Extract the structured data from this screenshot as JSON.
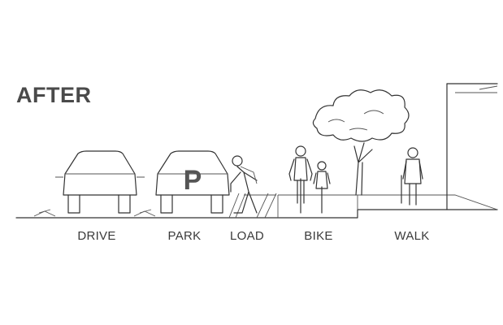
{
  "heading": "AFTER",
  "car_sign": "P",
  "zones": [
    {
      "id": "drive",
      "label": "DRIVE"
    },
    {
      "id": "park",
      "label": "PARK"
    },
    {
      "id": "load",
      "label": "LOAD"
    },
    {
      "id": "bike",
      "label": "BIKE"
    },
    {
      "id": "walk",
      "label": "WALK"
    }
  ],
  "colors": {
    "line": "#333333",
    "text": "#3a3a3a",
    "heading": "#4a4a4a",
    "sign": "#555555"
  }
}
